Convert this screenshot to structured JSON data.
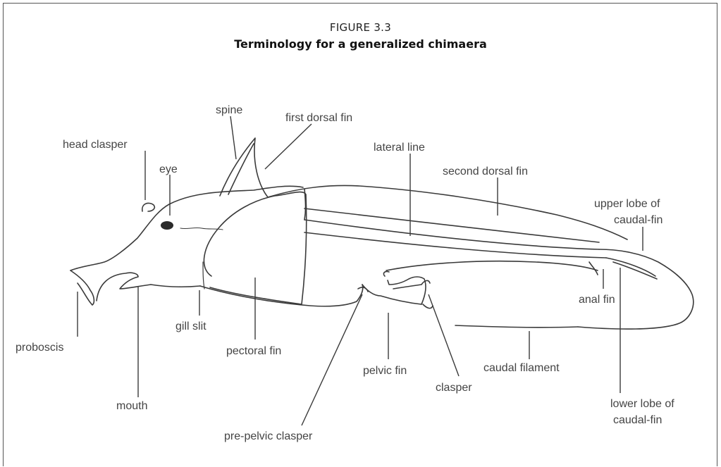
{
  "figure": {
    "number": "FIGURE 3.3",
    "title": "Terminology for a generalized chimaera"
  },
  "labels": {
    "spine": "spine",
    "first_dorsal_fin": "first dorsal fin",
    "head_clasper": "head clasper",
    "eye": "eye",
    "lateral_line": "lateral line",
    "second_dorsal_fin": "second dorsal fin",
    "upper_lobe_line1": "upper lobe of",
    "upper_lobe_line2": "caudal-fin",
    "anal_fin": "anal fin",
    "gill_slit": "gill slit",
    "proboscis": "proboscis",
    "pectoral_fin": "pectoral fin",
    "pelvic_fin": "pelvic fin",
    "caudal_filament": "caudal filament",
    "clasper": "clasper",
    "lower_lobe_line1": "lower lobe of",
    "lower_lobe_line2": "caudal-fin",
    "mouth": "mouth",
    "pre_pelvic_clasper": "pre-pelvic clasper"
  }
}
